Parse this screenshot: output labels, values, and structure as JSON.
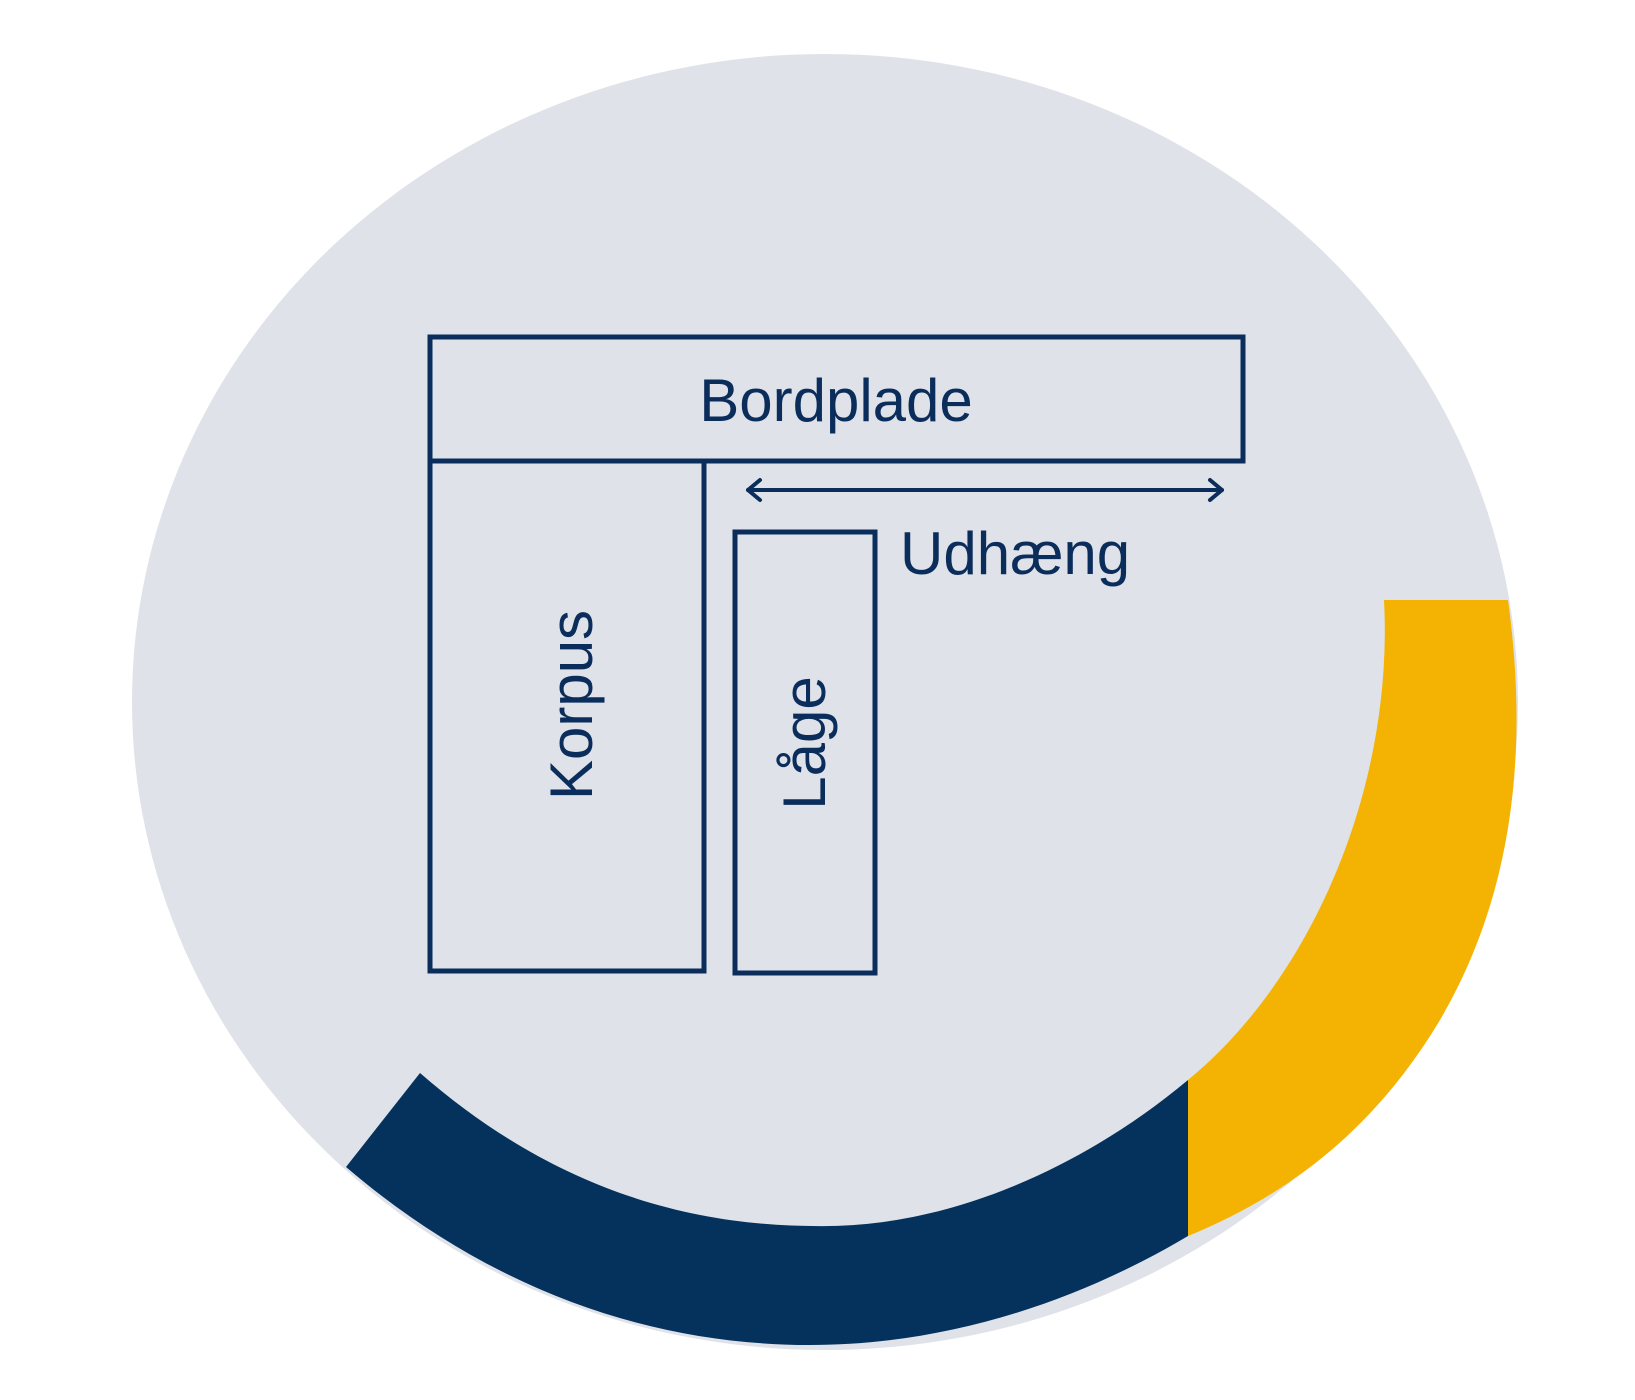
{
  "colors": {
    "background": "#ffffff",
    "disc": "#dfe2e8",
    "navy": "#04325c",
    "yellow": "#f4b303",
    "outline": "#0b2d5b"
  },
  "labels": {
    "bordplade": "Bordplade",
    "korpus": "Korpus",
    "laage": "Låge",
    "udhaeng": "Udhæng"
  },
  "icons": {
    "dimension_arrow": "double-arrow-horizontal-icon"
  }
}
